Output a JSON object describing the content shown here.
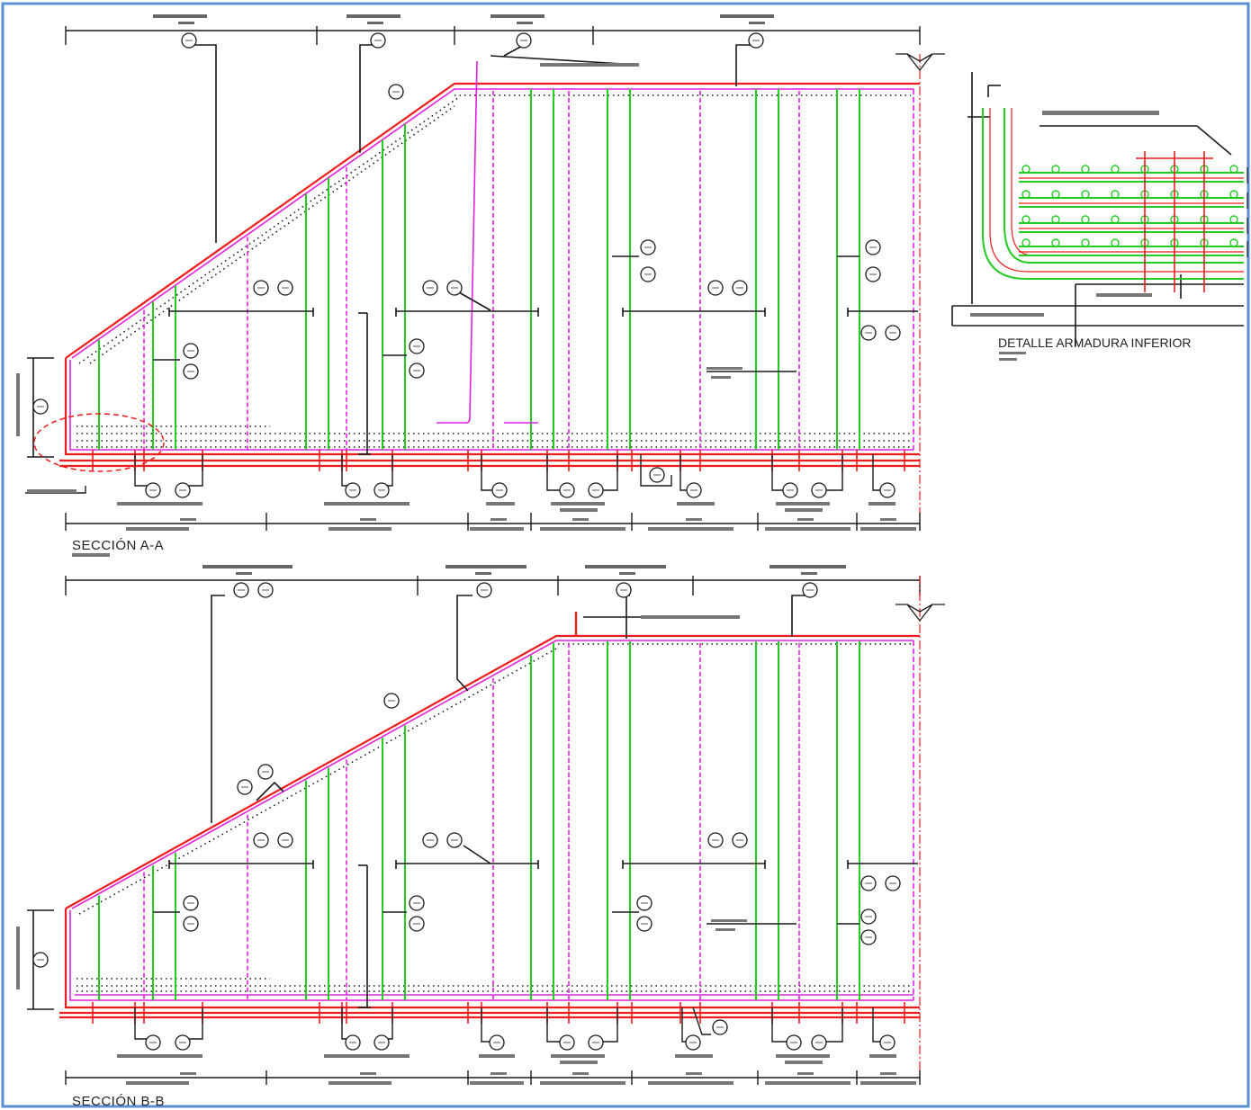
{
  "colors": {
    "border": "#5b8fd4",
    "green": "#22cc22",
    "magenta": "#e020e0",
    "red": "#ee1c1c",
    "black": "#1a1a1a"
  },
  "section_aa": {
    "title": "SECCIÓN A-A"
  },
  "section_bb": {
    "title": "SECCIÓN B-B"
  },
  "detail": {
    "title": "DETALLE ARMADURA INFERIOR"
  }
}
